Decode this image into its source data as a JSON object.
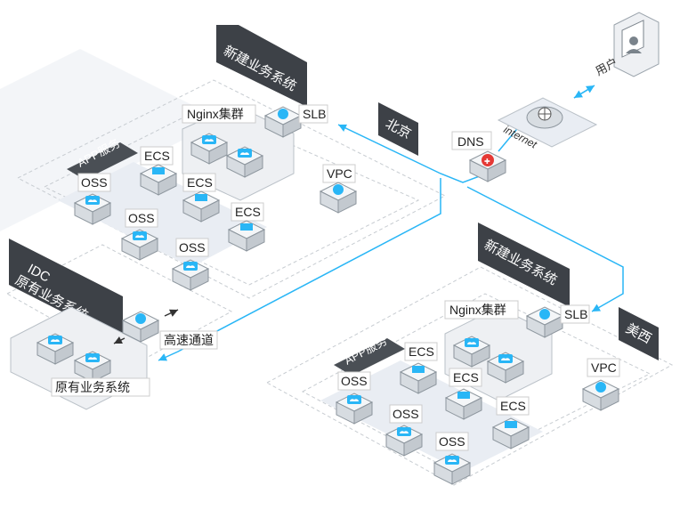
{
  "colors": {
    "accent": "#29b6f6",
    "iso_panel": "#e9edf3",
    "dark_banner": "#3d4147",
    "dns_red": "#e53935",
    "box_face": "#ffffff",
    "box_border": "#9aa3ab"
  },
  "user": {
    "label": "用户",
    "icon": "user-id-card-icon"
  },
  "internet": {
    "label": "internet",
    "icon": "globe-icon"
  },
  "dns": {
    "label": "DNS",
    "icon": "dns-shield-icon"
  },
  "region_beijing": {
    "region_label": "北京",
    "system_label": "新建业务系统",
    "app_label": "APP服务",
    "nginx_label": "Nginx集群",
    "slb_label": "SLB",
    "vpc_label": "VPC",
    "ecs": [
      "ECS",
      "ECS",
      "ECS"
    ],
    "oss": [
      "OSS",
      "OSS",
      "OSS"
    ]
  },
  "region_meixi": {
    "region_label": "美西",
    "system_label": "新建业务系统",
    "app_label": "APP服务",
    "nginx_label": "Nginx集群",
    "slb_label": "SLB",
    "vpc_label": "VPC",
    "ecs": [
      "ECS",
      "ECS",
      "ECS"
    ],
    "oss": [
      "OSS",
      "OSS",
      "OSS"
    ]
  },
  "idc": {
    "title_line1": "IDC",
    "title_line2": "原有业务系统",
    "system_label": "原有业务系统",
    "channel_label": "高速通道"
  }
}
